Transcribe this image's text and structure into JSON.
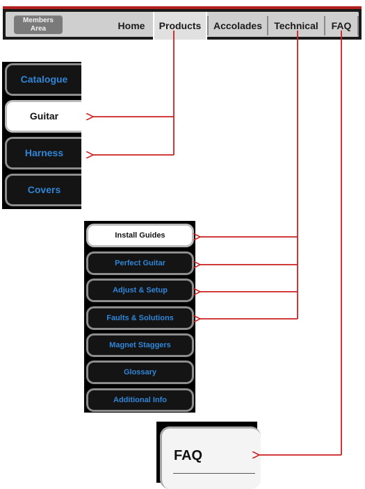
{
  "nav": {
    "members_label": "Members\nArea",
    "items": [
      "Home",
      "Products",
      "Accolades",
      "Technical",
      "FAQ"
    ]
  },
  "products_menu": {
    "items": [
      "Catalogue",
      "Guitar",
      "Harness",
      "Covers"
    ],
    "active": "Guitar"
  },
  "technical_menu": {
    "items": [
      "Install Guides",
      "Perfect Guitar",
      "Adjust & Setup",
      "Faults & Solutions",
      "Magnet Staggers",
      "Glossary",
      "Additional Info"
    ],
    "active": "Install Guides"
  },
  "faq_panel": {
    "title": "FAQ"
  },
  "colors": {
    "arrow": "#cc1f1f",
    "link": "#2f86d8",
    "nav_accent": "#b32020"
  }
}
